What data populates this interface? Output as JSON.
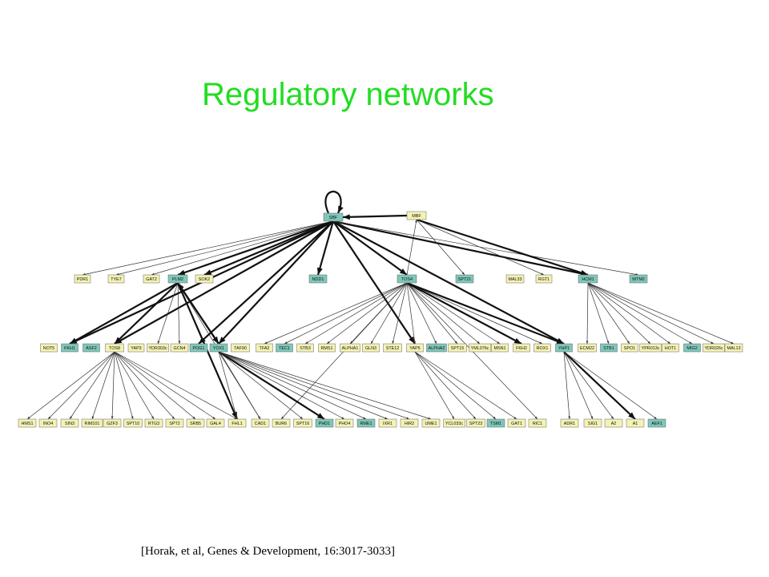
{
  "title": "Regulatory networks",
  "citation": "[Horak, et al, Genes & Development, 16:3017-3033]",
  "colors": {
    "title": "#22dd22",
    "yellow_node": "#f4f2b4",
    "teal_node": "#7fc7b9",
    "edge": "#333333"
  },
  "nodes": [
    {
      "id": "SBF",
      "label": "SBF",
      "color": "teal"
    },
    {
      "id": "MBF",
      "label": "MBF",
      "color": "yellow"
    },
    {
      "id": "PDR1",
      "label": "PDR1",
      "color": "yellow"
    },
    {
      "id": "TYE7",
      "label": "TYE7",
      "color": "yellow"
    },
    {
      "id": "GAT2",
      "label": "GAT2",
      "color": "yellow"
    },
    {
      "id": "PLM2",
      "label": "PLM2",
      "color": "teal"
    },
    {
      "id": "SOK2",
      "label": "SOK2",
      "color": "yellow"
    },
    {
      "id": "NDD1",
      "label": "NDD1",
      "color": "teal"
    },
    {
      "id": "TOS4",
      "label": "TOS4",
      "color": "teal"
    },
    {
      "id": "SPT21",
      "label": "SPT21",
      "color": "teal"
    },
    {
      "id": "MAL33",
      "label": "MAL33",
      "color": "yellow"
    },
    {
      "id": "RGT1",
      "label": "RGT1",
      "color": "yellow"
    },
    {
      "id": "HCM1",
      "label": "HCM1",
      "color": "teal"
    },
    {
      "id": "WTM2",
      "label": "WTM2",
      "color": "teal"
    },
    {
      "id": "NOT5",
      "label": "NOT5",
      "color": "yellow"
    },
    {
      "id": "FKH1",
      "label": "FKH1",
      "color": "teal"
    },
    {
      "id": "ASF2",
      "label": "ASF2",
      "color": "teal"
    },
    {
      "id": "TOS8",
      "label": "TOS8",
      "color": "yellow"
    },
    {
      "id": "YAP3",
      "label": "YAP3",
      "color": "yellow"
    },
    {
      "id": "YDR303c",
      "label": "YDR303c",
      "color": "yellow"
    },
    {
      "id": "GCN4",
      "label": "GCN4",
      "color": "yellow"
    },
    {
      "id": "POG1",
      "label": "POG1",
      "color": "teal"
    },
    {
      "id": "YOX1",
      "label": "YOX1",
      "color": "teal"
    },
    {
      "id": "TAF90",
      "label": "TAF90",
      "color": "yellow"
    },
    {
      "id": "TFA2",
      "label": "TFA2",
      "color": "yellow"
    },
    {
      "id": "TEC1",
      "label": "TEC1",
      "color": "teal"
    },
    {
      "id": "STB3",
      "label": "STB3",
      "color": "yellow"
    },
    {
      "id": "RMS1",
      "label": "RMS1",
      "color": "yellow"
    },
    {
      "id": "ALPHA1",
      "label": "ALPHA1",
      "color": "yellow"
    },
    {
      "id": "GLN3",
      "label": "GLN3",
      "color": "yellow"
    },
    {
      "id": "STE12",
      "label": "STE12",
      "color": "yellow"
    },
    {
      "id": "YAP5",
      "label": "YAP5",
      "color": "yellow"
    },
    {
      "id": "ALPHA2",
      "label": "ALPHA2",
      "color": "teal"
    },
    {
      "id": "SPT15",
      "label": "SPT15",
      "color": "yellow"
    },
    {
      "id": "YML076c",
      "label": "YML076c",
      "color": "yellow"
    },
    {
      "id": "MSN1",
      "label": "MSN1",
      "color": "yellow"
    },
    {
      "id": "FKH2",
      "label": "FKH2",
      "color": "yellow"
    },
    {
      "id": "ROX1",
      "label": "ROX1",
      "color": "yellow"
    },
    {
      "id": "YHP1",
      "label": "YHP1",
      "color": "teal"
    },
    {
      "id": "ECM22",
      "label": "ECM22",
      "color": "yellow"
    },
    {
      "id": "STB1",
      "label": "STB1",
      "color": "teal"
    },
    {
      "id": "SPO1",
      "label": "SPO1",
      "color": "yellow"
    },
    {
      "id": "YPR013c",
      "label": "YPR013c",
      "color": "yellow"
    },
    {
      "id": "HOT1",
      "label": "HOT1",
      "color": "yellow"
    },
    {
      "id": "MIG2",
      "label": "MIG2",
      "color": "teal"
    },
    {
      "id": "YDR026c",
      "label": "YDR026c",
      "color": "yellow"
    },
    {
      "id": "MAL13",
      "label": "MAL13",
      "color": "yellow"
    },
    {
      "id": "HMS1",
      "label": "HMS1",
      "color": "yellow"
    },
    {
      "id": "INO4",
      "label": "INO4",
      "color": "yellow"
    },
    {
      "id": "SIN3",
      "label": "SIN3",
      "color": "yellow"
    },
    {
      "id": "RIM101",
      "label": "RIM101",
      "color": "yellow"
    },
    {
      "id": "GZF3",
      "label": "GZF3",
      "color": "yellow"
    },
    {
      "id": "SPT10",
      "label": "SPT10",
      "color": "yellow"
    },
    {
      "id": "RTG3",
      "label": "RTG3",
      "color": "yellow"
    },
    {
      "id": "SPT2",
      "label": "SPT2",
      "color": "yellow"
    },
    {
      "id": "SRB5",
      "label": "SRB5",
      "color": "yellow"
    },
    {
      "id": "GAL4",
      "label": "GAL4",
      "color": "yellow"
    },
    {
      "id": "FHL1",
      "label": "FHL1",
      "color": "yellow"
    },
    {
      "id": "CAD1",
      "label": "CAD1",
      "color": "yellow"
    },
    {
      "id": "BUR6",
      "label": "BUR6",
      "color": "yellow"
    },
    {
      "id": "SPT16",
      "label": "SPT16",
      "color": "yellow"
    },
    {
      "id": "PHD1",
      "label": "PHD1",
      "color": "teal"
    },
    {
      "id": "PHO4",
      "label": "PHO4",
      "color": "yellow"
    },
    {
      "id": "RME1",
      "label": "RME1",
      "color": "teal"
    },
    {
      "id": "IXR1",
      "label": "IXR1",
      "color": "yellow"
    },
    {
      "id": "HIR2",
      "label": "HIR2",
      "color": "yellow"
    },
    {
      "id": "UME1",
      "label": "UME1",
      "color": "yellow"
    },
    {
      "id": "YCL033c",
      "label": "YCL033c",
      "color": "yellow"
    },
    {
      "id": "SPT23",
      "label": "SPT23",
      "color": "yellow"
    },
    {
      "id": "TSM1",
      "label": "TSM1",
      "color": "teal"
    },
    {
      "id": "GAT1",
      "label": "GAT1",
      "color": "yellow"
    },
    {
      "id": "RIC1",
      "label": "RIC1",
      "color": "yellow"
    },
    {
      "id": "ADR1",
      "label": "ADR1",
      "color": "yellow"
    },
    {
      "id": "SIG1",
      "label": "SIG1",
      "color": "yellow"
    },
    {
      "id": "A2",
      "label": "A2",
      "color": "yellow"
    },
    {
      "id": "A1",
      "label": "A1",
      "color": "yellow"
    },
    {
      "id": "AEF1",
      "label": "AEF1",
      "color": "teal"
    }
  ],
  "edges": [
    {
      "from": "SBF",
      "to": "SBF",
      "weight": "thick"
    },
    {
      "from": "MBF",
      "to": "SBF",
      "weight": "thick"
    },
    {
      "from": "TOS4",
      "to": "MBF",
      "weight": "thin"
    },
    {
      "from": "SBF",
      "to": "PDR1",
      "weight": "thin"
    },
    {
      "from": "SBF",
      "to": "TYE7",
      "weight": "thin"
    },
    {
      "from": "SBF",
      "to": "GAT2",
      "weight": "thin"
    },
    {
      "from": "SBF",
      "to": "PLM2",
      "weight": "thick"
    },
    {
      "from": "SBF",
      "to": "SOK2",
      "weight": "thick"
    },
    {
      "from": "SBF",
      "to": "NDD1",
      "weight": "thick"
    },
    {
      "from": "SBF",
      "to": "TOS4",
      "weight": "thick"
    },
    {
      "from": "SBF",
      "to": "HCM1",
      "weight": "thick"
    },
    {
      "from": "SBF",
      "to": "FKH1",
      "weight": "thick"
    },
    {
      "from": "SBF",
      "to": "TOS8",
      "weight": "thick"
    },
    {
      "from": "SBF",
      "to": "YOX1",
      "weight": "thick"
    },
    {
      "from": "SBF",
      "to": "POG1",
      "weight": "thick"
    },
    {
      "from": "SBF",
      "to": "YAP5",
      "weight": "thick"
    },
    {
      "from": "SBF",
      "to": "YHP1",
      "weight": "thick"
    },
    {
      "from": "SBF",
      "to": "WTM2",
      "weight": "thin"
    },
    {
      "from": "MBF",
      "to": "SPT21",
      "weight": "thin"
    },
    {
      "from": "MBF",
      "to": "RGT1",
      "weight": "thin"
    },
    {
      "from": "MBF",
      "to": "HCM1",
      "weight": "thick"
    },
    {
      "from": "PLM2",
      "to": "FKH1",
      "weight": "thick"
    },
    {
      "from": "PLM2",
      "to": "TOS8",
      "weight": "thick"
    },
    {
      "from": "PLM2",
      "to": "YDR303c",
      "weight": "thin"
    },
    {
      "from": "PLM2",
      "to": "GCN4",
      "weight": "thin"
    },
    {
      "from": "PLM2",
      "to": "YOX1",
      "weight": "thick"
    },
    {
      "from": "PLM2",
      "to": "FHL1",
      "weight": "thick"
    },
    {
      "from": "PLM2",
      "to": "CAD1",
      "weight": "thin"
    },
    {
      "from": "YOX1",
      "to": "PLM2",
      "weight": "thick"
    },
    {
      "from": "TOS4",
      "to": "TFA2",
      "weight": "thin"
    },
    {
      "from": "TOS4",
      "to": "TEC1",
      "weight": "thin"
    },
    {
      "from": "TOS4",
      "to": "STB3",
      "weight": "thin"
    },
    {
      "from": "TOS4",
      "to": "RMS1",
      "weight": "thin"
    },
    {
      "from": "TOS4",
      "to": "ALPHA1",
      "weight": "thin"
    },
    {
      "from": "TOS4",
      "to": "GLN3",
      "weight": "thin"
    },
    {
      "from": "TOS4",
      "to": "STE12",
      "weight": "thin"
    },
    {
      "from": "TOS4",
      "to": "YAP5",
      "weight": "thin"
    },
    {
      "from": "TOS4",
      "to": "ALPHA2",
      "weight": "thin"
    },
    {
      "from": "TOS4",
      "to": "SPT15",
      "weight": "thin"
    },
    {
      "from": "TOS4",
      "to": "YML076c",
      "weight": "thin"
    },
    {
      "from": "TOS4",
      "to": "MSN1",
      "weight": "thin"
    },
    {
      "from": "TOS4",
      "to": "FKH2",
      "weight": "thick"
    },
    {
      "from": "TOS4",
      "to": "ROX1",
      "weight": "thin"
    },
    {
      "from": "TOS4",
      "to": "YHP1",
      "weight": "thick"
    },
    {
      "from": "TOS4",
      "to": "BUR6",
      "weight": "thin"
    },
    {
      "from": "TOS4",
      "to": "RIC1",
      "weight": "thin"
    },
    {
      "from": "HCM1",
      "to": "ECM22",
      "weight": "thin"
    },
    {
      "from": "HCM1",
      "to": "STB1",
      "weight": "thin"
    },
    {
      "from": "HCM1",
      "to": "SPO1",
      "weight": "thin"
    },
    {
      "from": "HCM1",
      "to": "YPR013c",
      "weight": "thin"
    },
    {
      "from": "HCM1",
      "to": "HOT1",
      "weight": "thin"
    },
    {
      "from": "HCM1",
      "to": "MIG2",
      "weight": "thin"
    },
    {
      "from": "HCM1",
      "to": "YDR026c",
      "weight": "thin"
    },
    {
      "from": "HCM1",
      "to": "MAL13",
      "weight": "thin"
    },
    {
      "from": "TOS8",
      "to": "HMS1",
      "weight": "thin"
    },
    {
      "from": "TOS8",
      "to": "INO4",
      "weight": "thin"
    },
    {
      "from": "TOS8",
      "to": "SIN3",
      "weight": "thin"
    },
    {
      "from": "TOS8",
      "to": "RIM101",
      "weight": "thin"
    },
    {
      "from": "TOS8",
      "to": "GZF3",
      "weight": "thin"
    },
    {
      "from": "TOS8",
      "to": "SPT10",
      "weight": "thin"
    },
    {
      "from": "TOS8",
      "to": "RTG3",
      "weight": "thin"
    },
    {
      "from": "TOS8",
      "to": "SPT2",
      "weight": "thin"
    },
    {
      "from": "TOS8",
      "to": "SRB5",
      "weight": "thin"
    },
    {
      "from": "TOS8",
      "to": "GAL4",
      "weight": "thin"
    },
    {
      "from": "TOS8",
      "to": "FHL1",
      "weight": "thin"
    },
    {
      "from": "YOX1",
      "to": "FHL1",
      "weight": "thin"
    },
    {
      "from": "YOX1",
      "to": "CAD1",
      "weight": "thin"
    },
    {
      "from": "YOX1",
      "to": "SPT16",
      "weight": "thin"
    },
    {
      "from": "YOX1",
      "to": "PHD1",
      "weight": "thick"
    },
    {
      "from": "YOX1",
      "to": "PHO4",
      "weight": "thin"
    },
    {
      "from": "YOX1",
      "to": "RME1",
      "weight": "thin"
    },
    {
      "from": "YOX1",
      "to": "IXR1",
      "weight": "thin"
    },
    {
      "from": "YOX1",
      "to": "HIR2",
      "weight": "thin"
    },
    {
      "from": "YOX1",
      "to": "UME1",
      "weight": "thin"
    },
    {
      "from": "YAP5",
      "to": "YCL033c",
      "weight": "thin"
    },
    {
      "from": "YAP5",
      "to": "SPT23",
      "weight": "thin"
    },
    {
      "from": "YAP5",
      "to": "TSM1",
      "weight": "thin"
    },
    {
      "from": "YAP5",
      "to": "GAT1",
      "weight": "thin"
    },
    {
      "from": "YHP1",
      "to": "ADR1",
      "weight": "thin"
    },
    {
      "from": "YHP1",
      "to": "SIG1",
      "weight": "thin"
    },
    {
      "from": "YHP1",
      "to": "A2",
      "weight": "thin"
    },
    {
      "from": "YHP1",
      "to": "A1",
      "weight": "thick"
    },
    {
      "from": "YHP1",
      "to": "AEF1",
      "weight": "thin"
    }
  ]
}
